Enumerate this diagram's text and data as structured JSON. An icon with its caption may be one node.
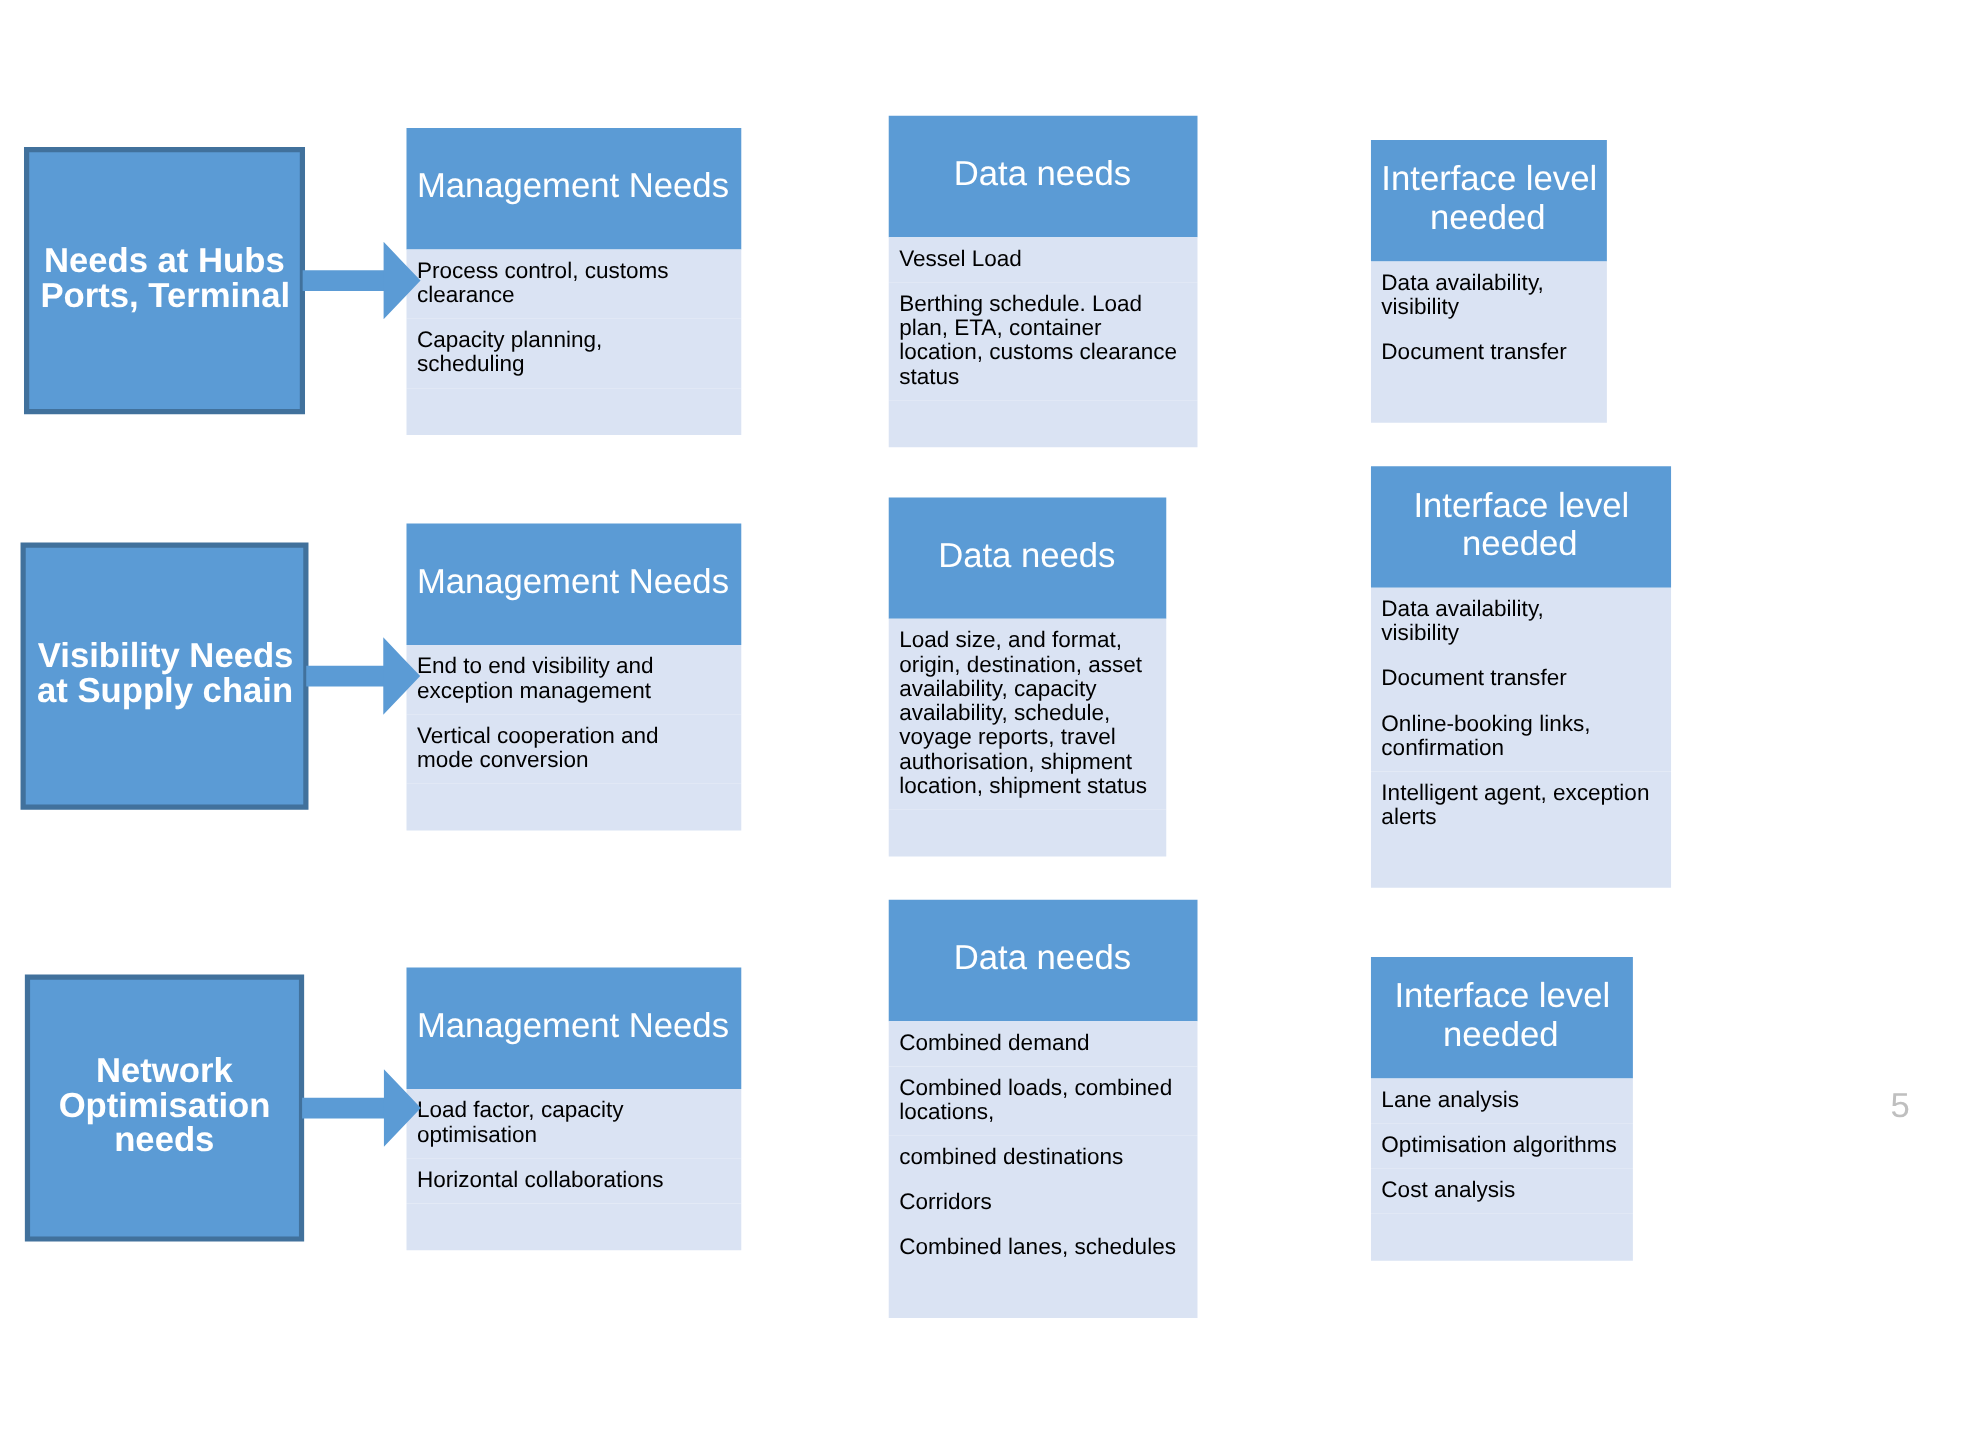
{
  "diagram": {
    "nodes": [
      {
        "text": [
          "Needs at Hubs Ports, Terminal"
        ]
      },
      {
        "text": [
          "Management Needs",
          "Process control, customs clearance",
          "Capacity planning, scheduling"
        ]
      },
      {
        "text": [
          "Data needs",
          "Vessel Load",
          "Berthing schedule. Load plan, ETA, container location, customs clearance status"
        ]
      },
      {
        "text": [
          "Interface level needed",
          "Data availability, visibility",
          "Document transfer"
        ]
      },
      {
        "text": [
          "Visibility Needs at Supply chain"
        ]
      },
      {
        "text": [
          "Management Needs",
          "End to end visibility and exception management",
          "Vertical cooperation and mode conversion"
        ]
      },
      {
        "text": [
          "Data needs",
          "Load size, and format, origin, destination, asset availability, capacity availability, schedule, voyage reports, travel authorisation, shipment location, shipment status"
        ]
      },
      {
        "text": [
          "Interface level needed",
          "Data availability, visibility",
          "Document transfer",
          "Online-booking links, confirmation",
          "Intelligent agent, exception alerts"
        ]
      },
      {
        "text": [
          "Network Optimisation needs"
        ]
      },
      {
        "text": [
          "Management Needs",
          "Load factor, capacity optimisation",
          "Horizontal collaborations"
        ]
      },
      {
        "text": [
          "Data needs",
          "Combined demand",
          "Combined loads, combined locations,",
          "combined destinations",
          "Corridors",
          "Combined lanes, schedules"
        ]
      },
      {
        "text": [
          "Interface level needed",
          "Lane analysis",
          "Optimisation algorithms",
          "Cost analysis"
        ]
      }
    ],
    "edges": [
      {
        "from": 0,
        "to": 1,
        "arrow": "to"
      },
      {
        "from": 4,
        "to": 5,
        "arrow": "to"
      },
      {
        "from": 8,
        "to": 9,
        "arrow": "to"
      }
    ],
    "labels": [
      "5"
    ]
  }
}
